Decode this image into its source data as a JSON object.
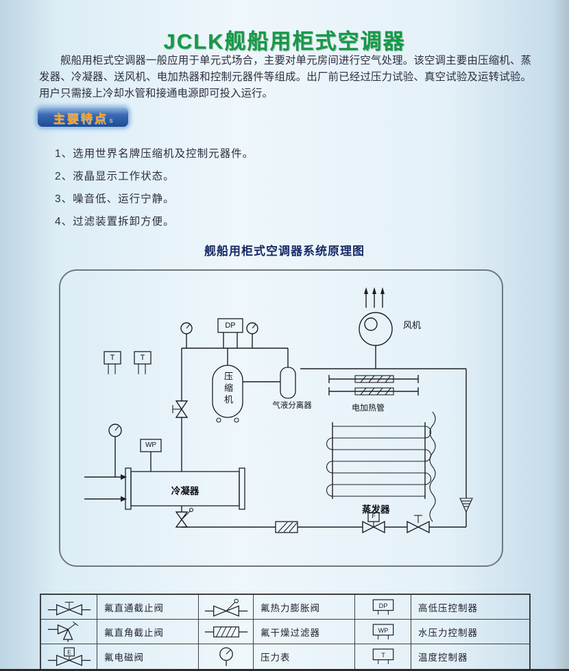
{
  "page": {
    "title": "JCLK舰船用柜式空调器",
    "intro": "舰船用柜式空调器一般应用于单元式场合，主要对单元房间进行空气处理。该空调主要由压缩机、蒸发器、冷凝器、送风机、电加热器和控制元器件等组成。出厂前已经过压力试验、真空试验及运转试验。用户只需接上冷却水管和接通电源即可投入运行。",
    "features_title": "主要特点",
    "features_suffix": "s",
    "features": [
      "1、选用世界名牌压缩机及控制元器件。",
      "2、液晶显示工作状态。",
      "3、噪音低、运行宁静。",
      "4、过滤装置拆卸方便。"
    ],
    "diagram_title": "舰船用柜式空调器系统原理图"
  },
  "diagram": {
    "fan": "风机",
    "dp": "DP",
    "t": "T",
    "compressor": "压缩机",
    "separator": "气液分离器",
    "heater": "电加热管",
    "evaporator": "蒸发器",
    "condenser": "冷凝器",
    "wp": "WP",
    "solenoid": "F"
  },
  "legend": {
    "solenoid_letter": "E",
    "rows": [
      {
        "label1": "氟直通截止阀",
        "label2": "氟热力膨胀阀",
        "controller": "DP",
        "label3": "高低压控制器"
      },
      {
        "label1": "氟直角截止阀",
        "label2": "氟干燥过滤器",
        "controller": "WP",
        "label3": "水压力控制器"
      },
      {
        "label1": "氟电磁阀",
        "label2": "压力表",
        "controller": "T",
        "label3": "温度控制器"
      }
    ]
  }
}
